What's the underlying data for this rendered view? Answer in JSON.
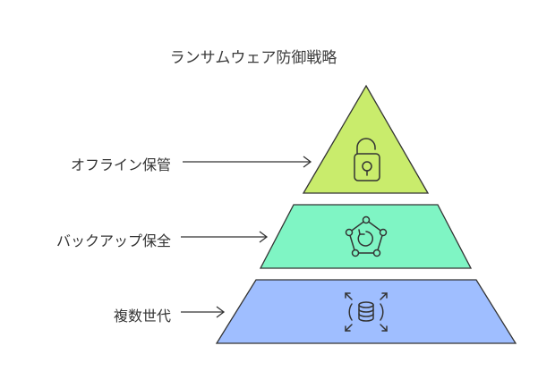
{
  "title": "ランサムウェア防御戦略",
  "layers": [
    {
      "label": "オフライン保管",
      "color": "#c9ec6c",
      "icon": "unlocked-padlock-icon"
    },
    {
      "label": "バックアップ保全",
      "color": "#7ff5c4",
      "icon": "backup-sync-icon"
    },
    {
      "label": "複数世代",
      "color": "#9fbeff",
      "icon": "database-expand-icon"
    }
  ]
}
